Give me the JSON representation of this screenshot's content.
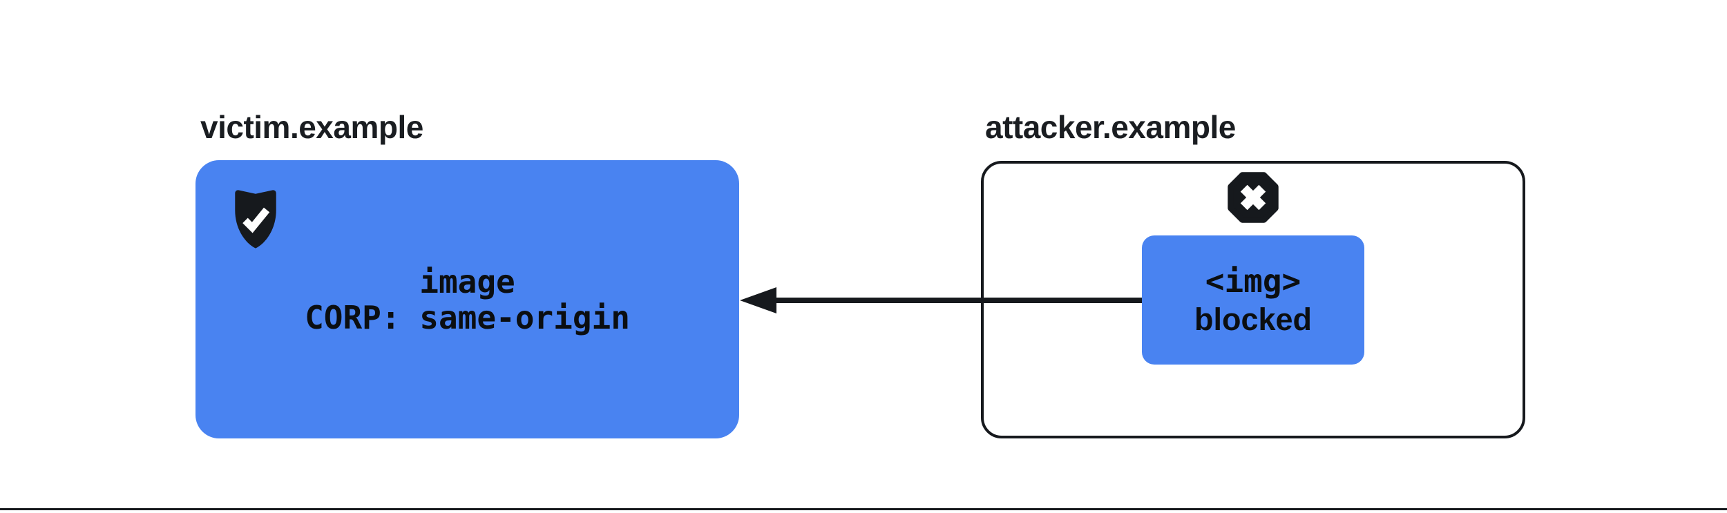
{
  "victim": {
    "label": "victim.example",
    "line1": "image",
    "line2": "CORP: same-origin",
    "icon": "shield-check-icon"
  },
  "attacker": {
    "label": "attacker.example",
    "line1": "<img>",
    "line2": "blocked",
    "icon": "x-octagon-blocked-icon"
  },
  "colors": {
    "blue": "#4983f1",
    "ink": "#16191d",
    "label_text": "#1a1d21",
    "text_on_blue": "#0b0e11"
  }
}
